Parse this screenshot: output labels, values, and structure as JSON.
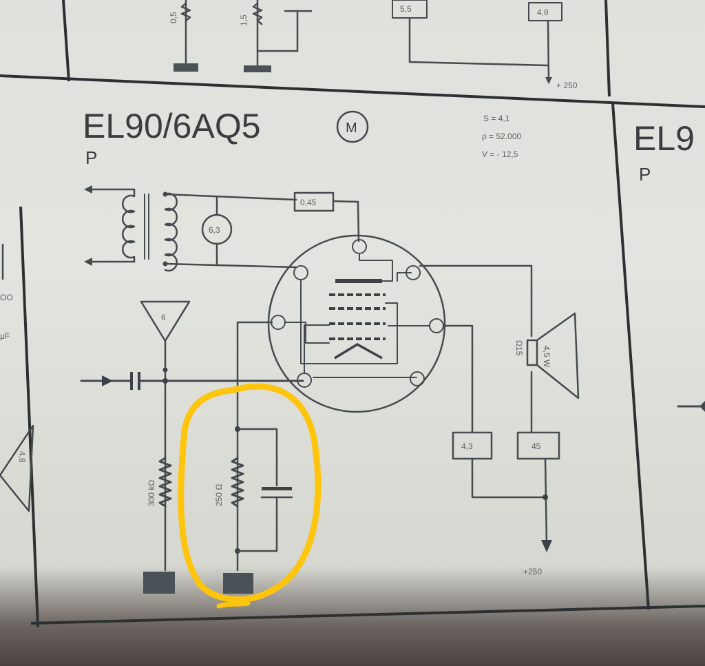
{
  "title": "EL90/6AQ5",
  "subtitle": "P",
  "marker": "M",
  "params": [
    "S = 4,1",
    "ρ = 52.000",
    "V = - 12,5"
  ],
  "right_panel": {
    "title": "EL9",
    "subtitle": "P"
  },
  "labels": {
    "heater_voltage": "6,3",
    "anode_voltage": "0,45",
    "grid_input": "6",
    "grid_resistor": "300 kΩ",
    "cathode_resistor": "250 Ω",
    "screen_voltage": "4,3",
    "output_voltage": "45",
    "speaker_label": "4,5 W",
    "speaker_impedance": "Ω15",
    "supply_bottom": "+250",
    "top_supply": "+ 250",
    "top_box1": "5,5",
    "top_box2": "4,8",
    "top_res1": "0,5",
    "top_res2": "1,5",
    "left_text1": "OO",
    "left_text2": "μF",
    "left_triangle": "4,8"
  },
  "colors": {
    "highlight": "#ffc40c",
    "ink": "#444a4e",
    "paper": "#e1e3de"
  }
}
